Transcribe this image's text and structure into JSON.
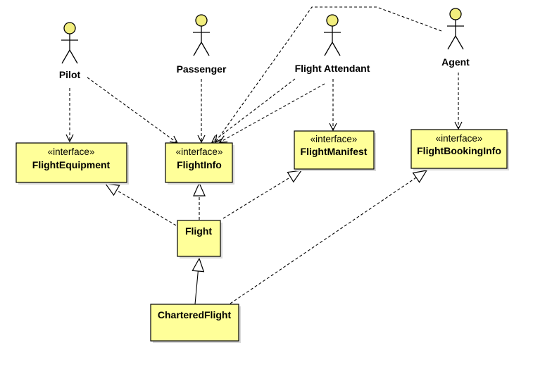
{
  "colors": {
    "fill": "#FFFF99",
    "stroke": "#000000",
    "shadow": "#d9d9d9",
    "actor_head": "#F2EE7E"
  },
  "actors": {
    "pilot": "Pilot",
    "passenger": "Passenger",
    "attendant": "Flight Attendant",
    "agent": "Agent"
  },
  "classes": {
    "equipment": {
      "stereotype": "«interface»",
      "name": "FlightEquipment"
    },
    "info": {
      "stereotype": "«interface»",
      "name": "FlightInfo"
    },
    "manifest": {
      "stereotype": "«interface»",
      "name": "FlightManifest"
    },
    "booking": {
      "stereotype": "«interface»",
      "name": "FlightBookingInfo"
    },
    "flight": {
      "name": "Flight"
    },
    "chartered": {
      "name": "CharteredFlight"
    }
  }
}
